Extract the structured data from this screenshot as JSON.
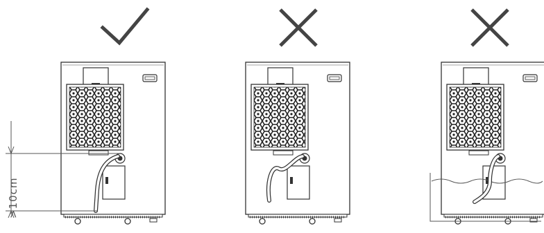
{
  "panels": [
    {
      "verdict": "correct",
      "mark": "check-icon"
    },
    {
      "verdict": "incorrect",
      "mark": "cross-icon"
    },
    {
      "verdict": "incorrect",
      "mark": "cross-icon"
    }
  ],
  "dimension": {
    "label": ">10cm"
  },
  "colors": {
    "stroke": "#3a3a3a",
    "mark": "#444444",
    "water": "#666666"
  }
}
